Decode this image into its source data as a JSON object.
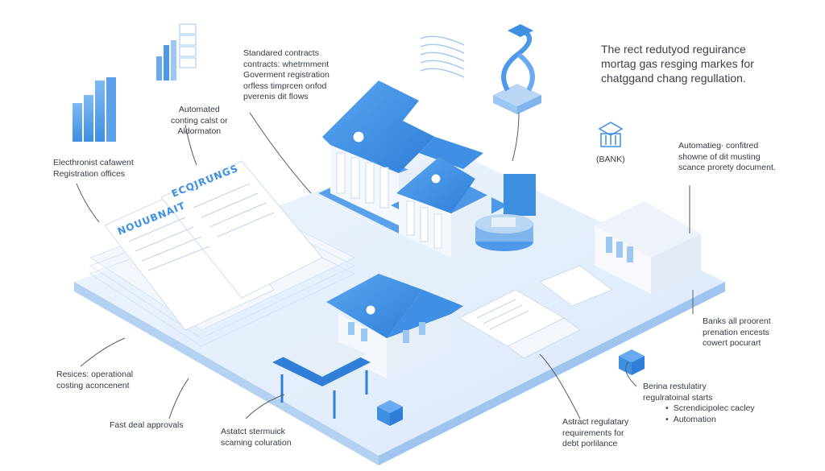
{
  "labels": {
    "standard_contracts": [
      "Standared contracts",
      "contracts: whetrmment",
      "Goverment registration",
      "orfless timprcen onfod",
      "pverenis dit flows"
    ],
    "automated_costing": [
      "Automated",
      "conting calst or",
      "Aldormaton"
    ],
    "electronic_registration": [
      "Electhronist cafawent",
      "Registration offices"
    ],
    "top_right": [
      "The rect redutyod reguirance",
      "mortag gas resging markes for",
      "chatggand chang regullation."
    ],
    "bank": "(BANK)",
    "automated_certified": [
      "Automatieg∙ confitred",
      "showne of dit musting",
      "scance prorety document."
    ],
    "banks_all": [
      "Banks all proorent",
      "prenation encests",
      "cowert pocurart"
    ],
    "reduces_operational": [
      "Resices: operational",
      "costing aconcenent"
    ],
    "fast_deal": "Fast deal approvals",
    "abstract_storm": [
      "Astatct stermuick",
      "scaming coluration"
    ],
    "abstract_regulatory": [
      "Astract regulatary",
      "requirements for",
      "debt porlilance"
    ],
    "bering_regulatory": [
      "Berina restulatiry",
      "regulratoinal starts"
    ],
    "bering_bullets": [
      "Screndicipolec cacley",
      "Automation"
    ]
  },
  "doc_words": {
    "left_doc": "NOUUBNAIT",
    "right_doc": "ECQJRUNGS"
  },
  "colors": {
    "platform_top": "#e8f1fc",
    "platform_edge": "#b9d6f5",
    "accent": "#3d8fe0",
    "accent_light": "#9cc7f2",
    "building_wall": "#f4f7fb",
    "building_roof": "#3f8fe4"
  },
  "icons": [
    "bar-chart-icon",
    "server-stack-icon",
    "dna-icon",
    "bank-icon",
    "cube-icon",
    "document-icon",
    "building-icon",
    "database-disk-icon"
  ]
}
